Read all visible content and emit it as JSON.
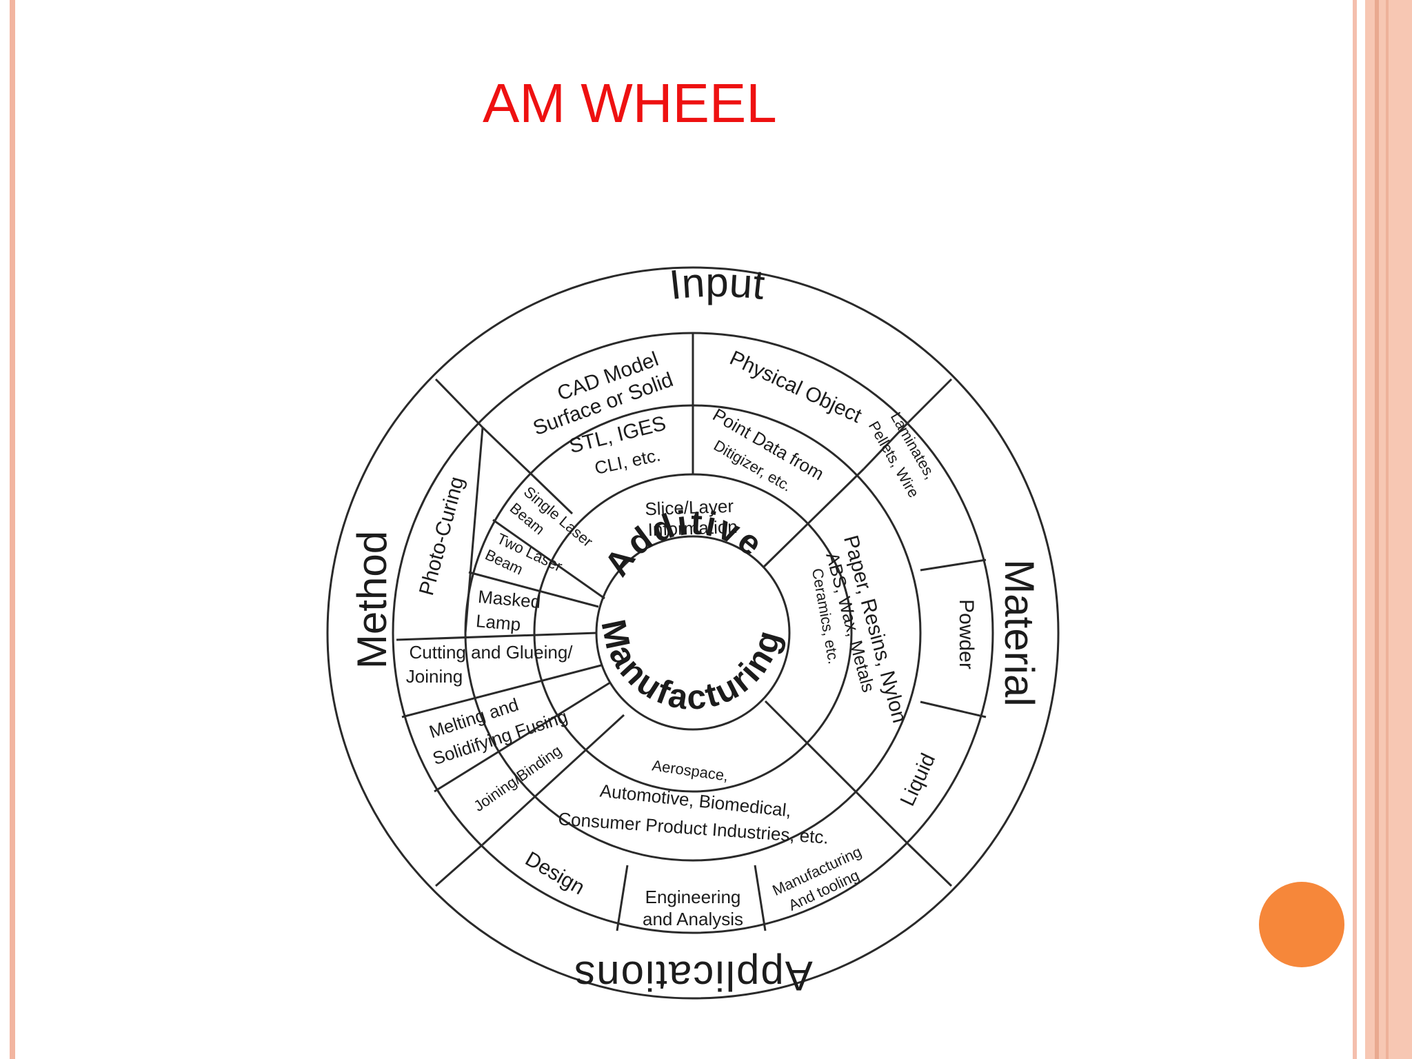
{
  "slide": {
    "title": "AM WHEEL",
    "colors": {
      "title": "#ee1111",
      "accent_dot": "#f6873a",
      "border": "#f2b5a0"
    }
  },
  "wheel": {
    "center": {
      "line1": "Additive",
      "line2": "Manufacturing"
    },
    "quadrants": {
      "input": "Input",
      "material": "Material",
      "applications": "Applications",
      "method": "Method"
    },
    "input_items": {
      "cad_line1": "CAD Model",
      "cad_line2": "Surface or Solid",
      "physical": "Physical Object",
      "stl_line1": "STL, IGES",
      "stl_line2": "CLI, etc.",
      "point_line1": "Point Data from",
      "point_line2": "Ditigizer, etc.",
      "slice_line1": "Slice/Layer",
      "slice_line2": "Information"
    },
    "material_items": {
      "laminates_line1": "Laminates,",
      "laminates_line2": "Pellets, Wire",
      "powder": "Powder",
      "liquid": "Liquid",
      "paper_line1": "Paper, Resins, Nylon",
      "paper_line2": "ABS, Wax, Metals",
      "paper_line3": "Ceramics, etc."
    },
    "application_items": {
      "industries_line1": "Aerospace,",
      "industries_line2": "Automotive, Biomedical,",
      "industries_line3": "Consumer Product Industries, etc.",
      "design": "Design",
      "engineering_line1": "Engineering",
      "engineering_line2": "and Analysis",
      "manufacturing_line1": "Manufacturing",
      "manufacturing_line2": "And tooling"
    },
    "method_items": {
      "photo_curing": "Photo-Curing",
      "single_laser_line1": "Single Laser",
      "single_laser_line2": "Beam",
      "two_laser_line1": "Two Laser",
      "two_laser_line2": "Beam",
      "masked_line1": "Masked",
      "masked_line2": "Lamp",
      "cutting_line1": "Cutting and Glueing/",
      "cutting_line2": "Joining",
      "melting_line1": "Melting and",
      "melting_line2": "Solidifying Fusing",
      "joining": "Joining/Binding"
    }
  }
}
